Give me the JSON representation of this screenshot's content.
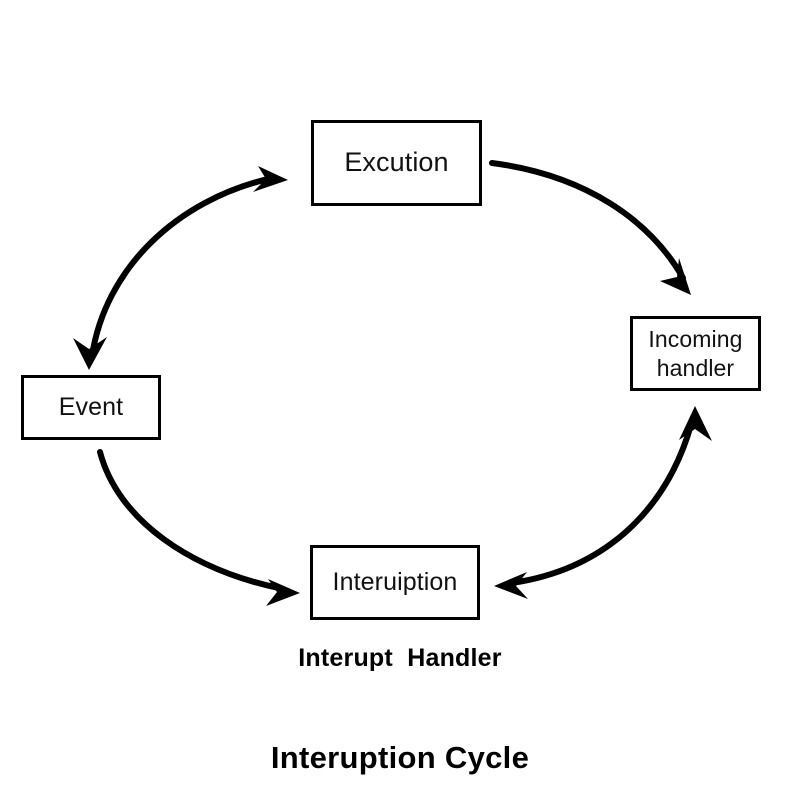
{
  "diagram": {
    "title": "Interuption Cycle",
    "background_color": "#ffffff",
    "stroke_color": "#000000",
    "type": "cycle-flow-diagram",
    "nodes": [
      {
        "id": "execution",
        "label": "Excution"
      },
      {
        "id": "incoming",
        "label": "Incoming\nhandler"
      },
      {
        "id": "event",
        "label": "Event"
      },
      {
        "id": "interuption",
        "label": "Interuiption"
      }
    ],
    "captions": [
      {
        "id": "interupt-handler",
        "text": "Interupt  Handler"
      }
    ],
    "edges": [
      {
        "id": "execution-to-incoming",
        "from": "execution",
        "to": "incoming",
        "style": "curved-arrow",
        "heads": 1
      },
      {
        "id": "incoming-to-interuption",
        "from": "incoming",
        "to": "interuption",
        "style": "curved-double-arrow",
        "heads": 2
      },
      {
        "id": "event-to-interuption",
        "from": "event",
        "to": "interuption",
        "style": "curved-arrow",
        "heads": 1
      },
      {
        "id": "event-to-execution",
        "from": "event",
        "to": "execution",
        "style": "curved-double-arrow",
        "heads": 2
      }
    ]
  }
}
